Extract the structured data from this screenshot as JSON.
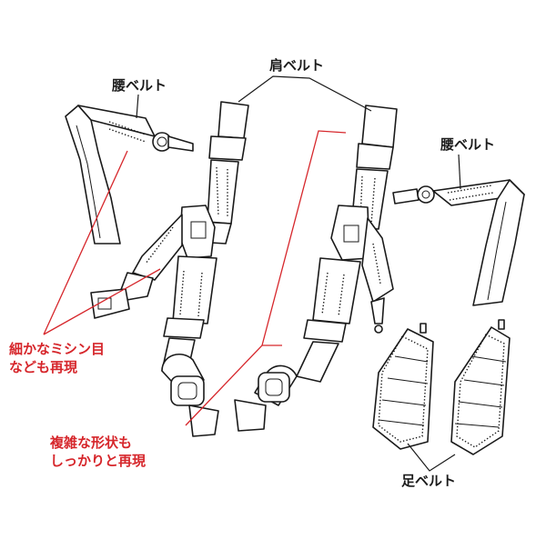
{
  "labels": {
    "shoulder_belt": "肩ベルト",
    "waist_belt_left": "腰ベルト",
    "waist_belt_right": "腰ベルト",
    "leg_belt": "足ベルト",
    "stitch_note_line1": "細かなミシン目",
    "stitch_note_line2": "なども再現",
    "shape_note_line1": "複雑な形状も",
    "shape_note_line2": "しっかりと再現"
  },
  "colors": {
    "ink": "#1a1a1a",
    "accent_red": "#d6262b",
    "background": "#ffffff"
  }
}
